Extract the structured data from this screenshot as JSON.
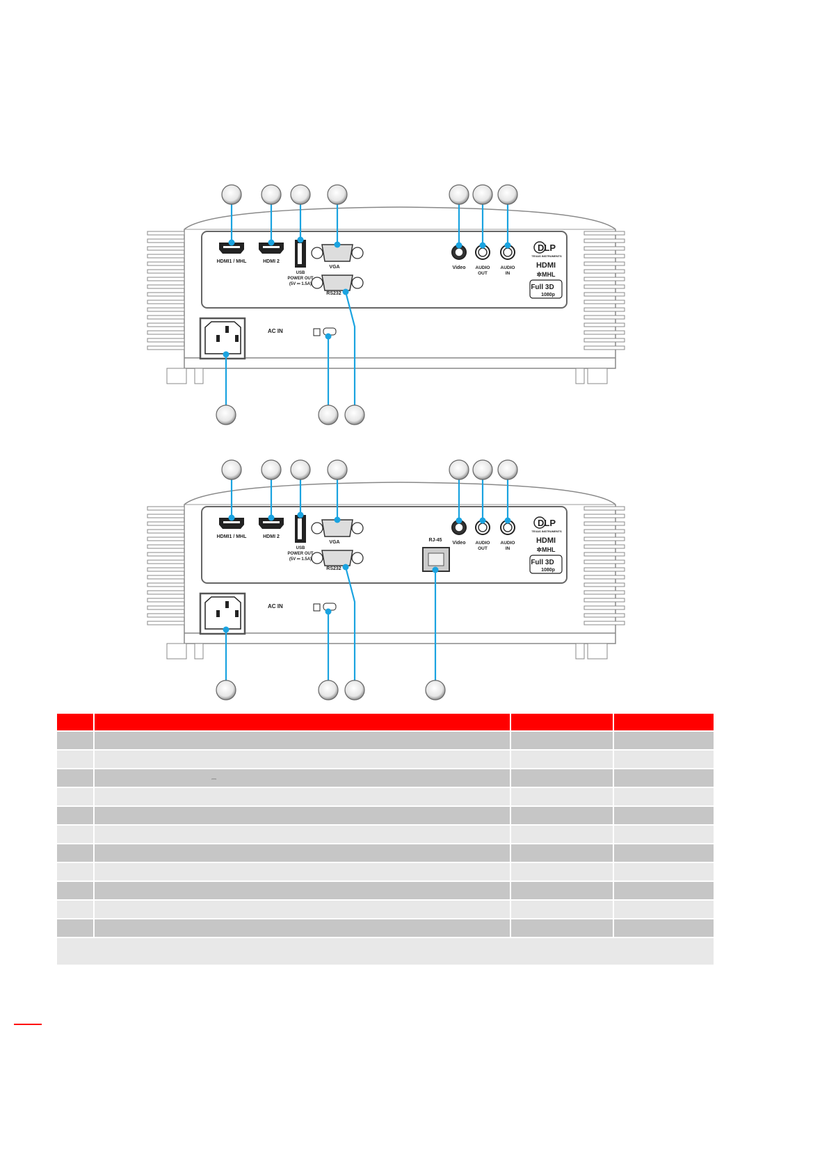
{
  "ports": {
    "hdmi1": "HDMI1 / MHL",
    "hdmi2": "HDMI 2",
    "usb_line1": "USB",
    "usb_line2": "POWER OUT",
    "usb_line3": "(5V ⎓ 1.5A)",
    "vga": "VGA",
    "rs232": "RS232",
    "video": "Video",
    "audio_out_1": "AUDIO",
    "audio_out_2": "OUT",
    "audio_in_1": "AUDIO",
    "audio_in_2": "IN",
    "ac_in": "AC IN",
    "rj45": "RJ-45"
  },
  "logos": {
    "dlp": "DLP",
    "texas": "TEXAS INSTRUMENTS",
    "hdmi": "HDMI",
    "mhl": "✲MHL",
    "full3d": "Full 3D",
    "res": "1080p"
  },
  "table": {
    "rows": 11,
    "dc_symbol": "⎓"
  },
  "colors": {
    "callout_line": "#1aa3e0",
    "header": "#ff0000",
    "row_dark": "#c6c6c6",
    "row_light": "#e8e8e8"
  }
}
